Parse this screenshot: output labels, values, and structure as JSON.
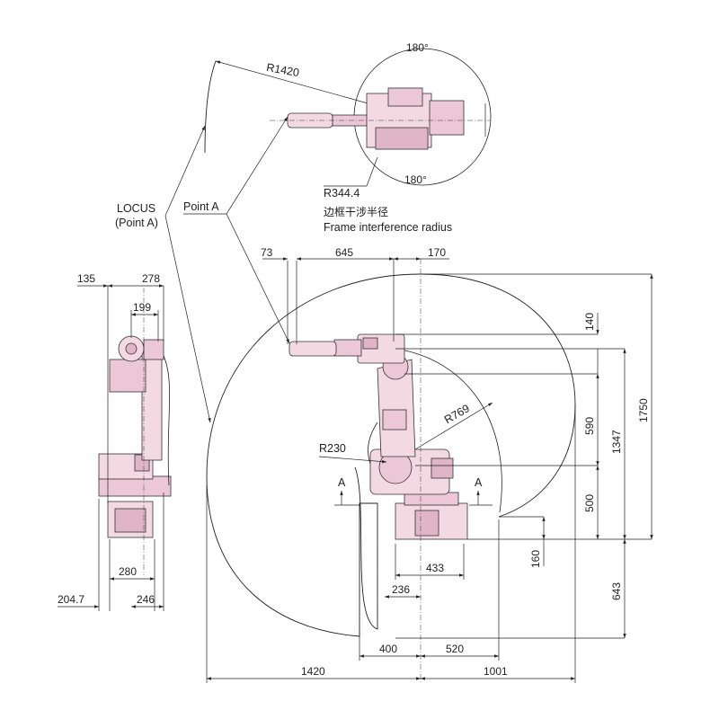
{
  "labels": {
    "r1420": "R1420",
    "deg180_top": "180°",
    "deg180_bottom": "180°",
    "r344": "R344.4",
    "frame_cn": "边框干涉半径",
    "frame_en": "Frame interference radius",
    "locus": "LOCUS",
    "locus_sub": "(Point A)",
    "point_a": "Point A",
    "r769": "R769",
    "r230": "R230",
    "section_a_left": "A",
    "section_a_right": "A"
  },
  "dimensions": {
    "d73": "73",
    "d645": "645",
    "d170": "170",
    "d135": "135",
    "d278": "278",
    "d199": "199",
    "d140": "140",
    "d590": "590",
    "d1347": "1347",
    "d1750": "1750",
    "d500": "500",
    "d160": "160",
    "d643": "643",
    "d433": "433",
    "d236": "236",
    "d280": "280",
    "d204_7": "204.7",
    "d246": "246",
    "d400": "400",
    "d520": "520",
    "d1420": "1420",
    "d1001": "1001"
  },
  "colors": {
    "robot_fill": "#f3d9e2",
    "robot_shade": "#ecc8d6",
    "line": "#222222"
  }
}
